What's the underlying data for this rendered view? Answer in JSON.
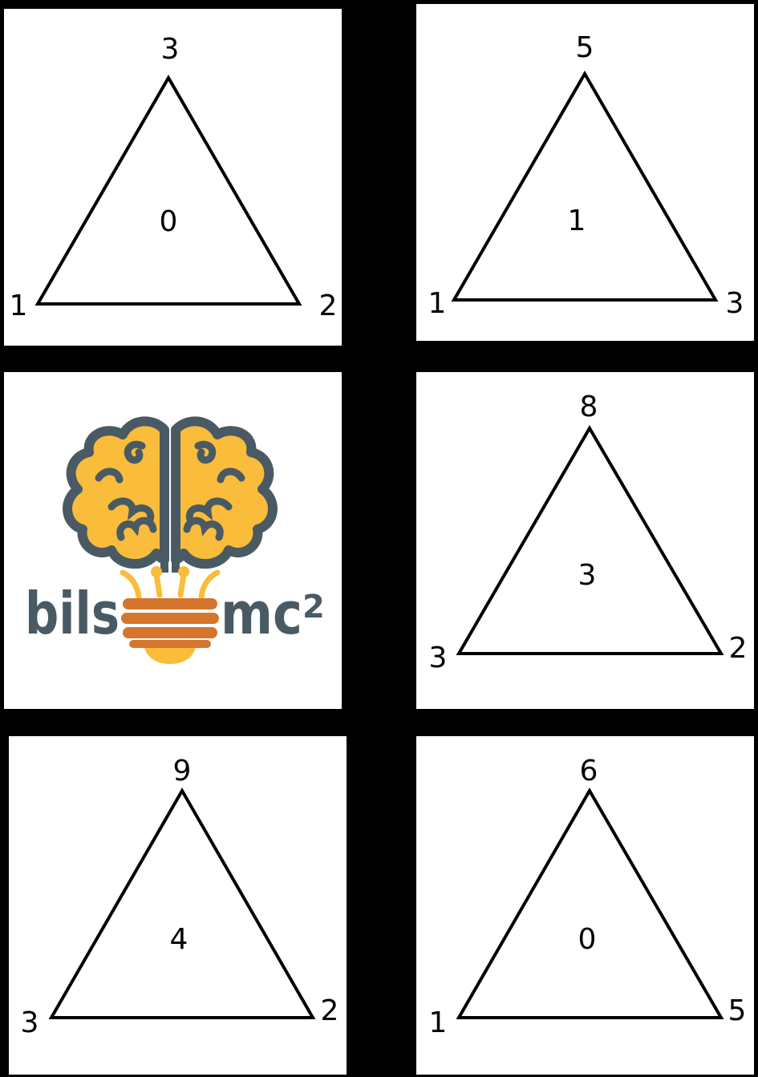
{
  "cards": [
    {
      "center": "0",
      "top": "3",
      "left": "1",
      "right": "2"
    },
    {
      "center": "1",
      "top": "5",
      "left": "1",
      "right": "3"
    },
    {
      "center": "3",
      "top": "8",
      "left": "3",
      "right": "2"
    },
    {
      "center": "4",
      "top": "9",
      "left": "3",
      "right": "2"
    },
    {
      "center": "0",
      "top": "6",
      "left": "1",
      "right": "5"
    }
  ],
  "logo": {
    "text_left": "bils",
    "text_right": "mc",
    "superscript": "2",
    "colors": {
      "brain_fill": "#F9BC3B",
      "outline": "#4A5A64",
      "coil": "#D4762E",
      "bulb": "#F9BC3B"
    }
  }
}
